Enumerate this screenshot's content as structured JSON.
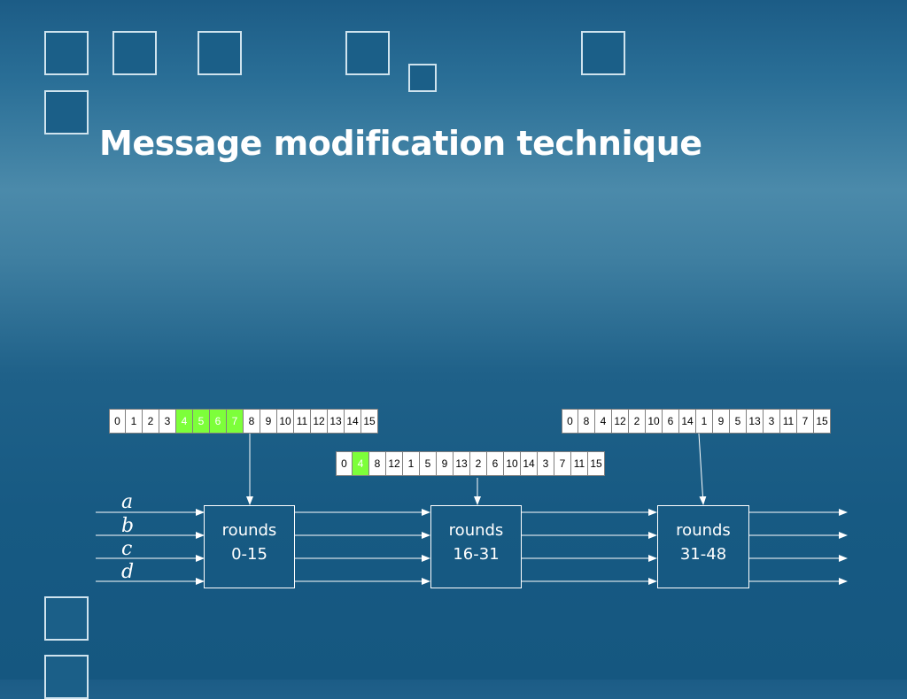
{
  "title": "Message modification technique",
  "colors": {
    "highlight": "#7dff3a",
    "background": "#1b5f88",
    "line": "#ffffff"
  },
  "word_orders": {
    "rounds_0_15": {
      "words": [
        "0",
        "1",
        "2",
        "3",
        "4",
        "5",
        "6",
        "7",
        "8",
        "9",
        "10",
        "11",
        "12",
        "13",
        "14",
        "15"
      ],
      "highlighted": [
        "4",
        "5",
        "6",
        "7"
      ]
    },
    "rounds_16_31": {
      "words": [
        "0",
        "4",
        "8",
        "12",
        "1",
        "5",
        "9",
        "13",
        "2",
        "6",
        "10",
        "14",
        "3",
        "7",
        "11",
        "15"
      ],
      "highlighted": [
        "4"
      ]
    },
    "rounds_31_48": {
      "words": [
        "0",
        "8",
        "4",
        "12",
        "2",
        "10",
        "6",
        "14",
        "1",
        "9",
        "5",
        "13",
        "3",
        "11",
        "7",
        "15"
      ],
      "highlighted": []
    }
  },
  "round_boxes": [
    {
      "line1": "rounds",
      "line2": "0-15"
    },
    {
      "line1": "rounds",
      "line2": "16-31"
    },
    {
      "line1": "rounds",
      "line2": "31-48"
    }
  ],
  "state_variables": [
    "a",
    "b",
    "c",
    "d"
  ]
}
